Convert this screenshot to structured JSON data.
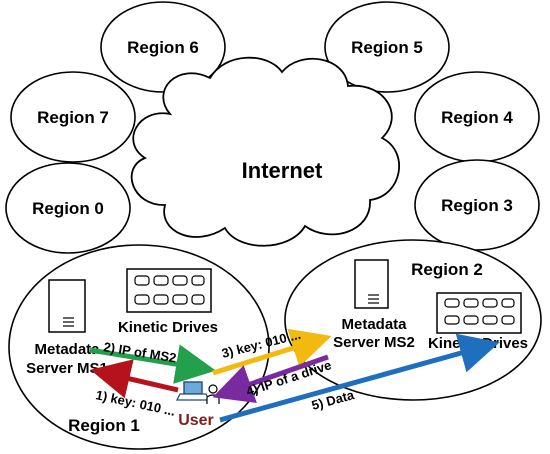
{
  "internet_label": "Internet",
  "regions": {
    "r0": "Region 0",
    "r1": "Region 1",
    "r2": "Region 2",
    "r3": "Region 3",
    "r4": "Region 4",
    "r5": "Region 5",
    "r6": "Region 6",
    "r7": "Region 7"
  },
  "region1": {
    "server_label_line1": "Metadata",
    "server_label_line2": "Server MS1",
    "drives_label": "Kinetic Drives"
  },
  "region2": {
    "server_label_line1": "Metadata",
    "server_label_line2": "Server MS2",
    "drives_label": "Kinetic Drives"
  },
  "user_label": "User",
  "steps": {
    "step1": "1) key: 010 ...",
    "step2": "2) IP of MS2",
    "step3": "3) key: 010 ...",
    "step4": "4) IP of a drive",
    "step5": "5) Data"
  },
  "colors": {
    "step1": "#b5121b",
    "step2": "#22a04b",
    "step3": "#f2b90f",
    "step4": "#7a2aa0",
    "step5": "#1f6fbf",
    "user": "#7b1f1f"
  }
}
